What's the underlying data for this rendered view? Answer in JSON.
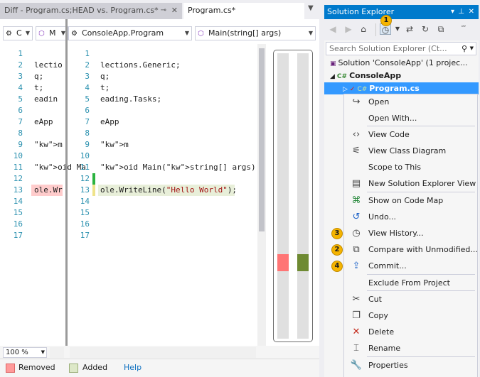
{
  "tabs": {
    "diff_tab": "Diff - Program.cs;HEAD vs. Program.cs*",
    "file_tab": "Program.cs*"
  },
  "navbar": {
    "left_scope": "C",
    "left_member": "M",
    "right_scope": "ConsoleApp.Program",
    "right_member": "Main(string[] args)"
  },
  "left_pane": {
    "line_numbers": [
      "1",
      "2",
      "3",
      "4",
      "5",
      "6",
      "7",
      "8",
      "9",
      "10",
      "11",
      "12",
      "13",
      "14",
      "15",
      "16",
      "17"
    ],
    "lines": [
      "",
      "lectio",
      "q;",
      "t;",
      "eadin",
      "",
      "eApp",
      "",
      "m",
      "",
      "oid Ma",
      "",
      "ole.Wr",
      "",
      "",
      "",
      ""
    ]
  },
  "right_pane": {
    "line_numbers": [
      "1",
      "2",
      "3",
      "4",
      "5",
      "6",
      "7",
      "8",
      "9",
      "10",
      "11",
      "12",
      "13",
      "14",
      "15",
      "16",
      "17"
    ],
    "lines": [
      "",
      "lections.Generic;",
      "q;",
      "t;",
      "eading.Tasks;",
      "",
      "eApp",
      "",
      "m",
      "",
      "oid Main(string[] args)",
      "",
      "ole.WriteLine(\"Hello World\");",
      "",
      "",
      "",
      ""
    ]
  },
  "status": {
    "zoom": "100 %"
  },
  "legend": {
    "removed": "Removed",
    "added": "Added",
    "help": "Help"
  },
  "colors": {
    "removed": "#ff7575",
    "added": "#6e8a32",
    "accent": "#007acc",
    "badge": "#f5b400"
  },
  "solution_explorer": {
    "title": "Solution Explorer",
    "search_placeholder": "Search Solution Explorer (Ct...",
    "toolbar_badge": "1",
    "tree": {
      "solution": "Solution 'ConsoleApp' (1 projec...",
      "project": "ConsoleApp",
      "file": "Program.cs"
    }
  },
  "context_menu": {
    "items": [
      {
        "label": "Open",
        "icon": "open-icon"
      },
      {
        "label": "Open With...",
        "icon": ""
      },
      {
        "label": "View Code",
        "icon": "code-icon"
      },
      {
        "label": "View Class Diagram",
        "icon": "class-diagram-icon"
      },
      {
        "label": "Scope to This",
        "icon": ""
      },
      {
        "label": "New Solution Explorer View",
        "icon": "new-view-icon"
      },
      {
        "label": "Show on Code Map",
        "icon": "code-map-icon"
      },
      {
        "label": "Undo...",
        "icon": "undo-icon"
      },
      {
        "label": "View History...",
        "icon": "history-icon",
        "badge": "3"
      },
      {
        "label": "Compare with Unmodified...",
        "icon": "compare-icon",
        "badge": "2"
      },
      {
        "label": "Commit...",
        "icon": "commit-icon",
        "badge": "4"
      },
      {
        "label": "Exclude From Project",
        "icon": ""
      },
      {
        "label": "Cut",
        "icon": "cut-icon"
      },
      {
        "label": "Copy",
        "icon": "copy-icon"
      },
      {
        "label": "Delete",
        "icon": "delete-icon"
      },
      {
        "label": "Rename",
        "icon": "rename-icon"
      },
      {
        "label": "Properties",
        "icon": "properties-icon"
      }
    ]
  }
}
